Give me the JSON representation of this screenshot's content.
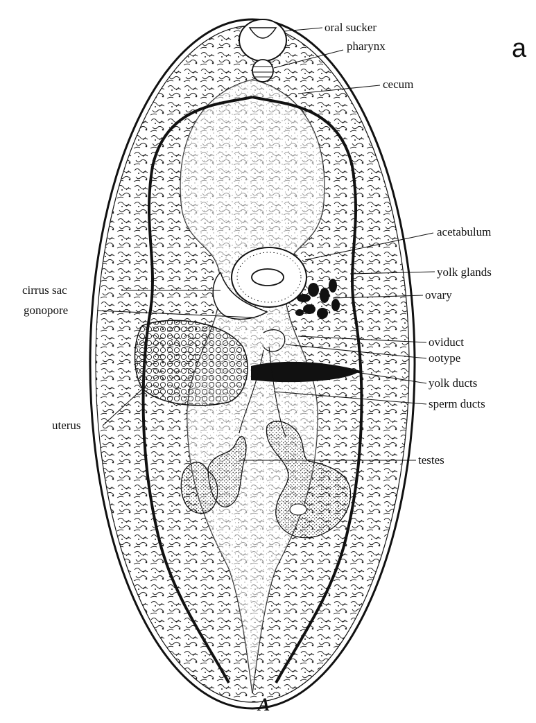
{
  "figure": {
    "plate_letter": "a",
    "figure_letter": "A"
  },
  "labels": {
    "oral_sucker": "oral sucker",
    "pharynx": "pharynx",
    "cecum": "cecum",
    "acetabulum": "acetabulum",
    "yolk_glands": "yolk glands",
    "cirrus_sac": "cirrus sac",
    "gonopore": "gonopore",
    "ovary": "ovary",
    "oviduct": "oviduct",
    "ootype": "ootype",
    "yolk_ducts": "yolk ducts",
    "sperm_ducts": "sperm ducts",
    "uterus": "uterus",
    "testes": "testes"
  }
}
